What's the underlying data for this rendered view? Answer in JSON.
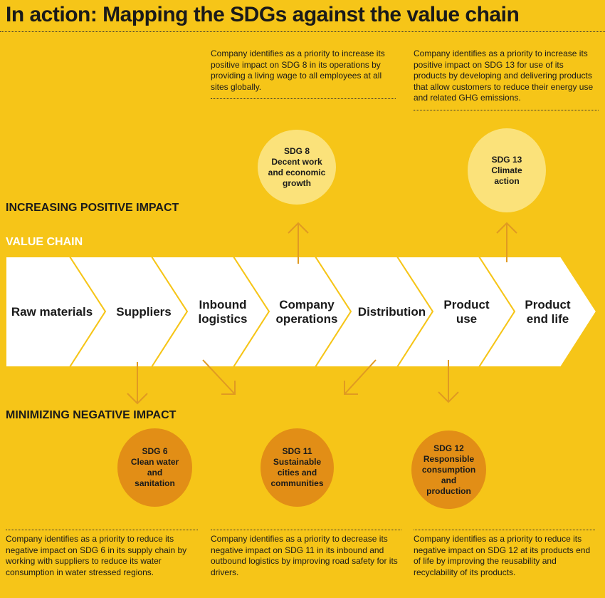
{
  "title": "In action: Mapping the SDGs against the value chain",
  "labels": {
    "positive": "INCREASING POSITIVE IMPACT",
    "value_chain": "VALUE CHAIN",
    "negative": "MINIMIZING NEGATIVE IMPACT"
  },
  "stages": [
    {
      "line1": "Raw materials",
      "line2": ""
    },
    {
      "line1": "Suppliers",
      "line2": ""
    },
    {
      "line1": "Inbound",
      "line2": "logistics"
    },
    {
      "line1": "Company",
      "line2": "operations"
    },
    {
      "line1": "Distribution",
      "line2": ""
    },
    {
      "line1": "Product",
      "line2": "use"
    },
    {
      "line1": "Product",
      "line2": "end life"
    }
  ],
  "positive_sdgs": [
    {
      "id": "SDG 8",
      "l1": "Decent work",
      "l2": "and economic",
      "l3": "growth",
      "note": "Company identifies as a priority to increase its positive impact on SDG 8 in its operations by providing a living wage to all employees at all sites globally."
    },
    {
      "id": "SDG 13",
      "l1": "Climate",
      "l2": "action",
      "l3": "",
      "note": "Company identifies as a priority to increase its positive impact on SDG 13 for use of its products by developing and delivering products that allow customers to reduce their energy use and related GHG emissions."
    }
  ],
  "negative_sdgs": [
    {
      "id": "SDG 6",
      "l1": "Clean water",
      "l2": "and",
      "l3": "sanitation",
      "l4": "",
      "note": "Company identifies as a priority to reduce its negative impact on SDG 6 in its supply chain by working with suppliers to reduce its water consumption in water stressed regions."
    },
    {
      "id": "SDG 11",
      "l1": "Sustainable",
      "l2": "cities and",
      "l3": "communities",
      "l4": "",
      "note": "Company identifies as a priority to decrease its negative impact on SDG 11 in its inbound and outbound logistics by improving road safety for its drivers."
    },
    {
      "id": "SDG 12",
      "l1": "Responsible",
      "l2": "consumption",
      "l3": "and",
      "l4": "production",
      "note": "Company identifies as a priority to reduce its negative impact on SDG 12 at its products end of life by improving the reusability and recyclability of its products."
    }
  ],
  "colors": {
    "background": "#F6C518",
    "chevron": "#FFFFFF",
    "arrow": "#E09A22",
    "positive_circle": "#FBE27A",
    "negative_circle": "#E28E16"
  }
}
